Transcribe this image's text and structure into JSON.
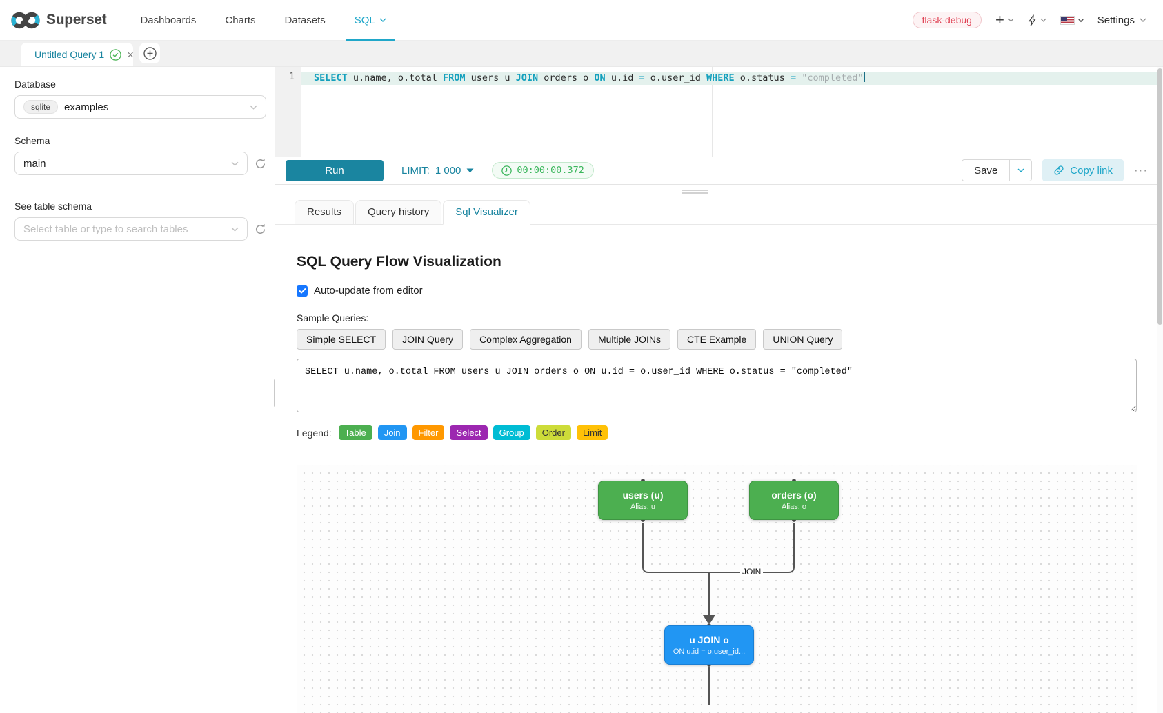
{
  "colors": {
    "accent": "#20a7c9",
    "run_button": "#1a85a0",
    "timer_green": "#3bb65c",
    "env_badge_red": "#e04355",
    "sql_keyword": "#13a0bd",
    "sql_string": "#a6acae",
    "edge_gray": "#555555"
  },
  "navbar": {
    "brand": "Superset",
    "items": [
      {
        "label": "Dashboards",
        "active": false
      },
      {
        "label": "Charts",
        "active": false
      },
      {
        "label": "Datasets",
        "active": false
      },
      {
        "label": "SQL",
        "active": true
      }
    ],
    "env_badge": "flask-debug",
    "plus_glyph": "+",
    "settings_label": "Settings"
  },
  "query_tab_bar": {
    "active_tab_title": "Untitled Query 1",
    "close_glyph": "×"
  },
  "sidebar": {
    "database_label": "Database",
    "database_engine_tag": "sqlite",
    "database_value": "examples",
    "schema_label": "Schema",
    "schema_value": "main",
    "table_schema_label": "See table schema",
    "table_search_placeholder": "Select table or type to search tables"
  },
  "editor": {
    "line_number": "1",
    "tokens": [
      {
        "t": "SELECT",
        "c": "kw"
      },
      {
        "t": " u.name, o.total ",
        "c": "id"
      },
      {
        "t": "FROM",
        "c": "kw"
      },
      {
        "t": " users u ",
        "c": "id"
      },
      {
        "t": "JOIN",
        "c": "kw"
      },
      {
        "t": " orders o ",
        "c": "id"
      },
      {
        "t": "ON",
        "c": "kw"
      },
      {
        "t": " u.id ",
        "c": "id"
      },
      {
        "t": "=",
        "c": "op"
      },
      {
        "t": " o.user_id ",
        "c": "id"
      },
      {
        "t": "WHERE",
        "c": "kw"
      },
      {
        "t": " o.status ",
        "c": "id"
      },
      {
        "t": "=",
        "c": "op"
      },
      {
        "t": " ",
        "c": "id"
      },
      {
        "t": "\"completed\"",
        "c": "str"
      }
    ]
  },
  "toolbar": {
    "run_label": "Run",
    "limit_label": "LIMIT:",
    "limit_value": "1 000",
    "timer_value": "00:00:00.372",
    "save_label": "Save",
    "copy_link_label": "Copy link",
    "more_glyph": "···"
  },
  "result_tabs": [
    {
      "label": "Results",
      "active": false
    },
    {
      "label": "Query history",
      "active": false
    },
    {
      "label": "Sql Visualizer",
      "active": true
    }
  ],
  "visualizer": {
    "title": "SQL Query Flow Visualization",
    "auto_update_label": "Auto-update from editor",
    "auto_update_checked": true,
    "sample_queries_label": "Sample Queries:",
    "sample_queries": [
      "Simple SELECT",
      "JOIN Query",
      "Complex Aggregation",
      "Multiple JOINs",
      "CTE Example",
      "UNION Query"
    ],
    "query_text": "SELECT u.name, o.total FROM users u JOIN orders o ON u.id = o.user_id WHERE o.status = \"completed\"",
    "legend_label": "Legend:",
    "legend_items": [
      {
        "label": "Table",
        "color": "#4caf50",
        "text": "#ffffff"
      },
      {
        "label": "Join",
        "color": "#2196f3",
        "text": "#ffffff"
      },
      {
        "label": "Filter",
        "color": "#ff9800",
        "text": "#ffffff"
      },
      {
        "label": "Select",
        "color": "#9c27b0",
        "text": "#ffffff"
      },
      {
        "label": "Group",
        "color": "#00bcd4",
        "text": "#ffffff"
      },
      {
        "label": "Order",
        "color": "#cddc39",
        "text": "#333333"
      },
      {
        "label": "Limit",
        "color": "#ffc107",
        "text": "#333333"
      }
    ],
    "diagram": {
      "nodes": [
        {
          "title": "users (u)",
          "subtitle": "Alias: u",
          "color": "#4caf50",
          "border": "#3f9443"
        },
        {
          "title": "orders (o)",
          "subtitle": "Alias: o",
          "color": "#4caf50",
          "border": "#3f9443"
        },
        {
          "title": "u JOIN o",
          "subtitle": "ON u.id = o.user_id...",
          "color": "#2196f3",
          "border": "#1b7fd4"
        }
      ],
      "edge_label": "JOIN"
    }
  }
}
